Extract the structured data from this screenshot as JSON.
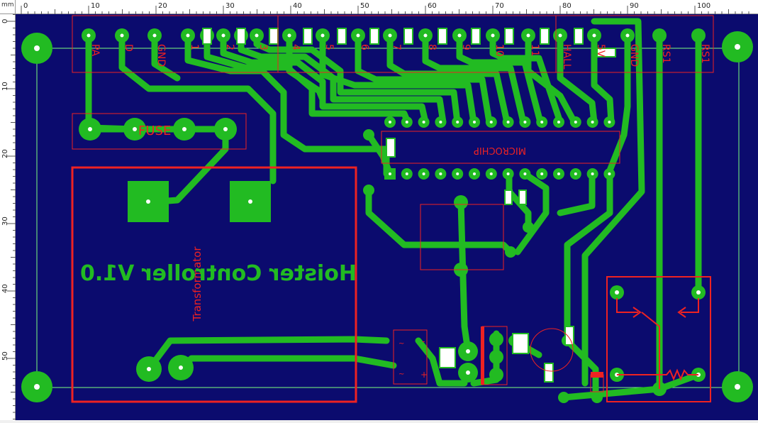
{
  "ruler": {
    "unit": "mm",
    "top_labels": [
      "0",
      "10",
      "20",
      "30",
      "40",
      "50",
      "60",
      "70",
      "80",
      "90",
      "100"
    ],
    "left_labels": [
      "0",
      "10",
      "20",
      "30",
      "40",
      "50"
    ]
  },
  "header_pins": [
    "PA",
    "D",
    "GND",
    "1",
    "2",
    "3",
    "4",
    "5",
    "6",
    "7",
    "8",
    "9",
    "10",
    "11",
    "HALL",
    "5V",
    "GND",
    "RS1",
    "RS1"
  ],
  "labels": {
    "fuse": "FUSE",
    "mcu": "MICROCHIP",
    "transformer": "Transformator",
    "product": "Hoister Controller V1.0",
    "rect_minus": "-",
    "rect_plus": "+",
    "rect_ac1": "~",
    "rect_ac2": "~"
  },
  "colors": {
    "board": "#0b0b6e",
    "copper": "#22bb22",
    "silkscreen": "#ee2222",
    "outline": "#7dff7d"
  }
}
